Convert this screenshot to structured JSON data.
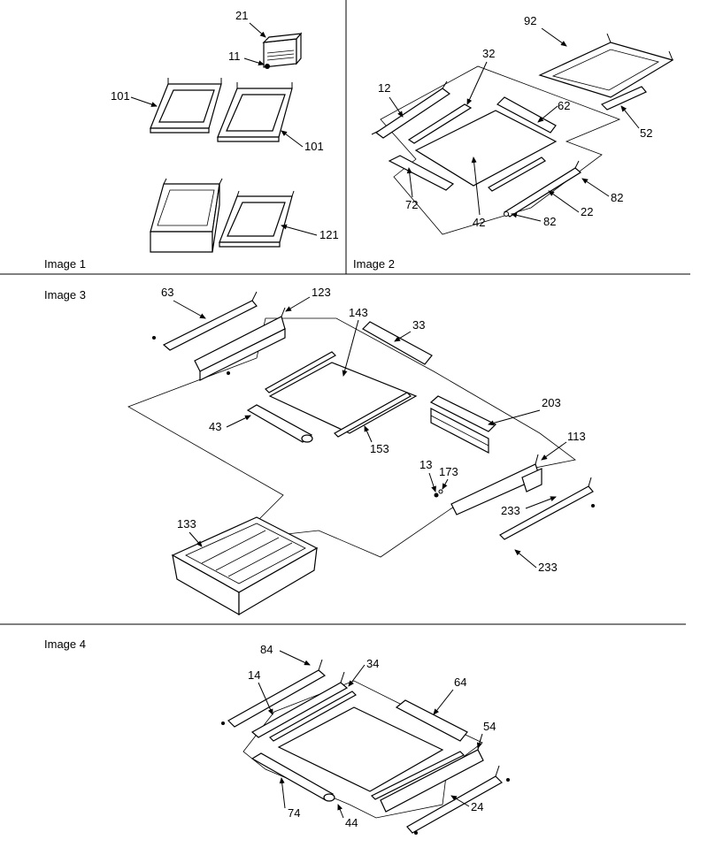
{
  "panels": [
    {
      "id": "image1",
      "title": "Image 1",
      "callouts": [
        "21",
        "11",
        "101",
        "101",
        "121"
      ]
    },
    {
      "id": "image2",
      "title": "Image 2",
      "callouts": [
        "92",
        "32",
        "12",
        "62",
        "52",
        "42",
        "72",
        "82",
        "82",
        "22"
      ]
    },
    {
      "id": "image3",
      "title": "Image 3",
      "callouts": [
        "63",
        "123",
        "143",
        "33",
        "203",
        "43",
        "153",
        "113",
        "13",
        "173",
        "233",
        "233",
        "133"
      ]
    },
    {
      "id": "image4",
      "title": "Image 4",
      "callouts": [
        "84",
        "34",
        "14",
        "64",
        "54",
        "74",
        "24",
        "44"
      ]
    }
  ]
}
